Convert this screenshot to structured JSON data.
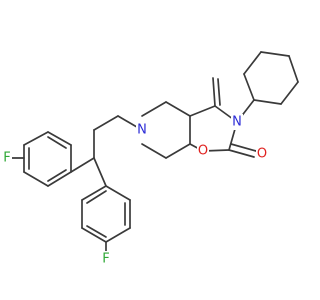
{
  "molecule": {
    "atom_labels": {
      "n_piperidine": "N",
      "n_oxazolidinone": "N",
      "o_ring": "O",
      "o_carbonyl": "O",
      "f_upper": "F",
      "f_lower": "F"
    },
    "colors": {
      "bond": "#3a3a3a",
      "nitrogen": "#2b2bd6",
      "oxygen": "#e0211f",
      "fluorine": "#2fa836",
      "background": "#ffffff"
    }
  }
}
